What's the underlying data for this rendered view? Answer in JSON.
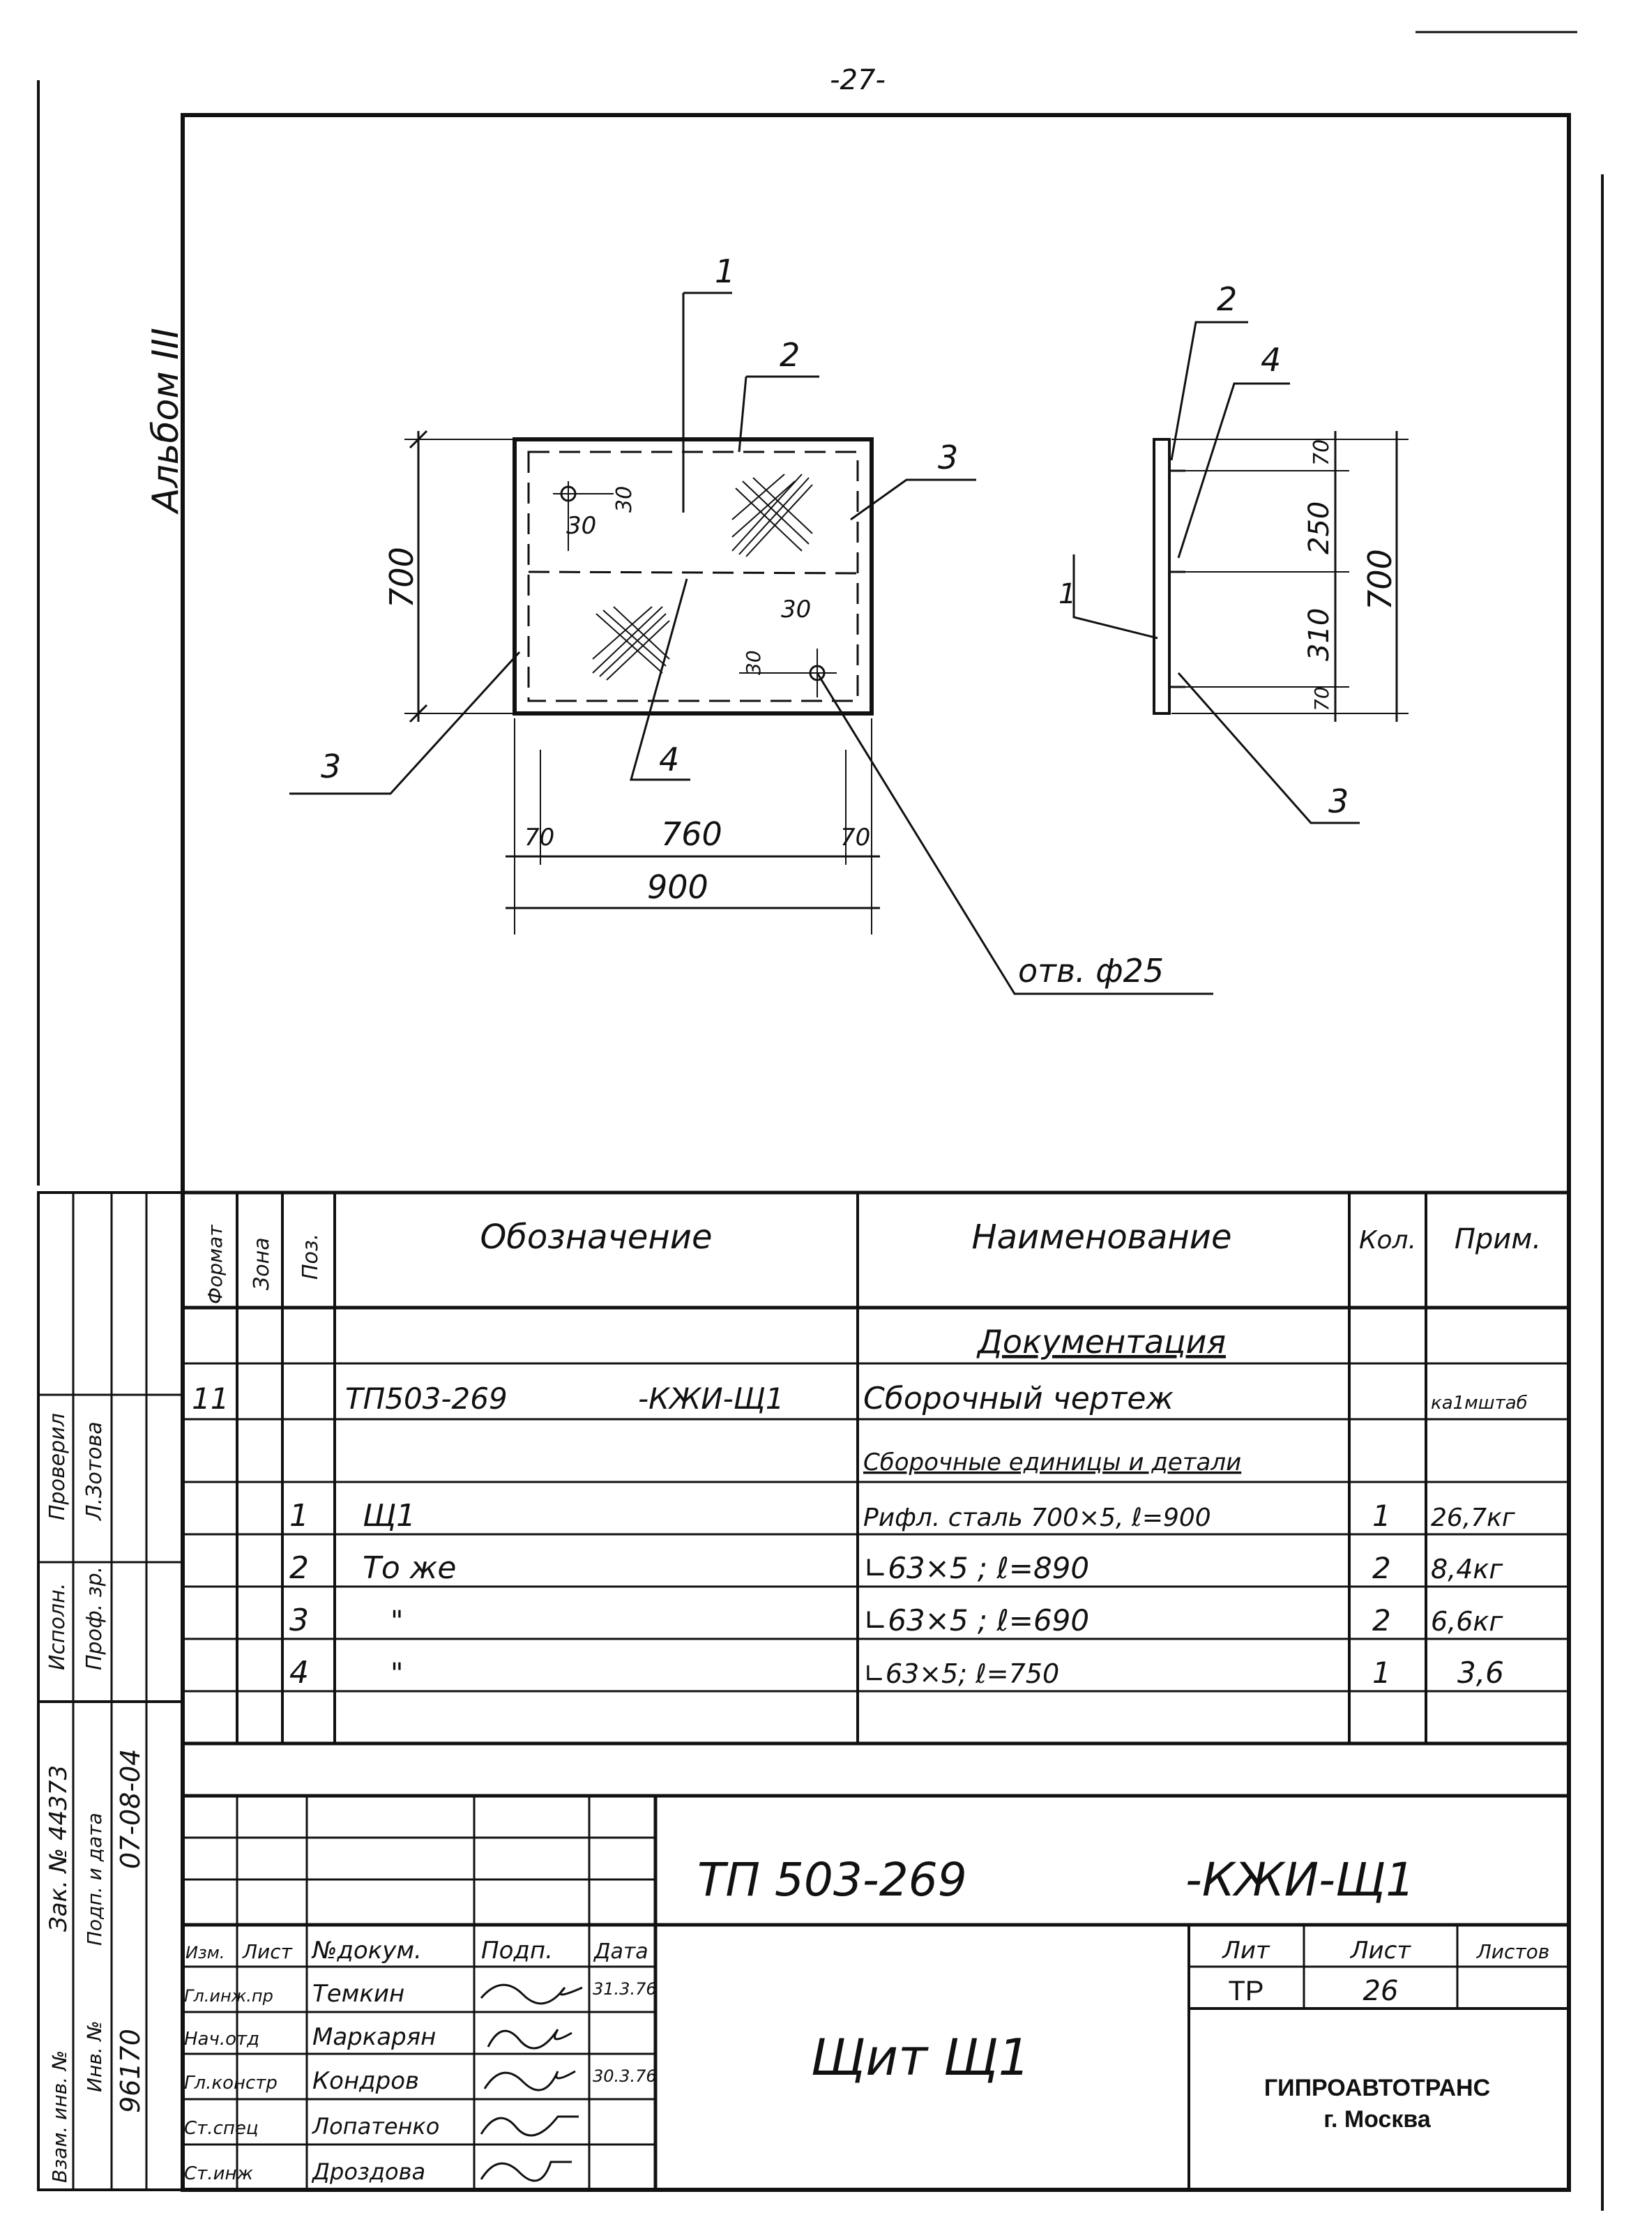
{
  "page_number": "-27-",
  "album": "Альбом III",
  "drawing": {
    "front_view": {
      "callouts": [
        "1",
        "2",
        "3",
        "3",
        "4"
      ],
      "dims_outer": [
        "700",
        "760",
        "70",
        "70",
        "900"
      ],
      "dims_inner": [
        "30",
        "30",
        "30",
        "30"
      ],
      "hole_note": "отв. ф25"
    },
    "side_view": {
      "callouts": [
        "2",
        "4",
        "1",
        "3"
      ],
      "dims": [
        "70",
        "250",
        "310",
        "70",
        "700"
      ]
    }
  },
  "spec": {
    "headers": [
      "Формат",
      "Зона",
      "Поз.",
      "Обозначение",
      "Наименование",
      "Кол.",
      "Прим."
    ],
    "section_documentation": "Документация",
    "doc_row": {
      "format": "11",
      "designation_left": "ТП503-269",
      "designation_right": "-КЖИ-Щ1",
      "name": "Сборочный чертеж",
      "note": "ка1мштаб"
    },
    "section_parts": "Сборочные единицы и детали",
    "rows": [
      {
        "pos": "1",
        "designation": "Щ1",
        "name": "Рифл. сталь  700×5, ℓ=900",
        "qty": "1",
        "note": "26,7кг"
      },
      {
        "pos": "2",
        "designation": "То же",
        "name": "∟63×5 ;  ℓ=890",
        "qty": "2",
        "note": "8,4кг"
      },
      {
        "pos": "3",
        "designation": "\"",
        "name": "∟63×5 ;  ℓ=690",
        "qty": "2",
        "note": "6,6кг"
      },
      {
        "pos": "4",
        "designation": "\"",
        "name": "∟63×5;  ℓ=750",
        "qty": "1",
        "note": "3,6"
      }
    ]
  },
  "title_block": {
    "code_left": "ТП 503-269",
    "code_right": "-КЖИ-Щ1",
    "headers": [
      "Изм.",
      "Лист",
      "№докум.",
      "Подп.",
      "Дата"
    ],
    "signers": [
      {
        "role": "Гл.инж.пр",
        "name": "Темкин",
        "date": "31.3.76"
      },
      {
        "role": "Нач.отд",
        "name": "Маркарян",
        "date": ""
      },
      {
        "role": "Гл.констр",
        "name": "Кондров",
        "date": "30.3.76"
      },
      {
        "role": "Ст.спец",
        "name": "Лопатенко",
        "date": ""
      },
      {
        "role": "Ст.инж",
        "name": "Дроздова",
        "date": ""
      }
    ],
    "title": "Щит Щ1",
    "stage_headers": [
      "Лит",
      "Лист",
      "Листов"
    ],
    "stage": "ТР",
    "sheet": "26",
    "org_line1": "ГИПРОАВТОТРАНС",
    "org_line2": "г. Москва"
  },
  "margin": {
    "doc_no": "Зак. № 44373",
    "inv_label": "Инв. №",
    "inv": "96170",
    "sign_date_label": "Подп. и дата",
    "sign_date": "07-08-04",
    "replace_label": "Взам. инв. №",
    "check1_label": "Проверил",
    "check1": "Л.Зотова",
    "check2_label": "Исполн.",
    "check2": "Проф. зр."
  }
}
